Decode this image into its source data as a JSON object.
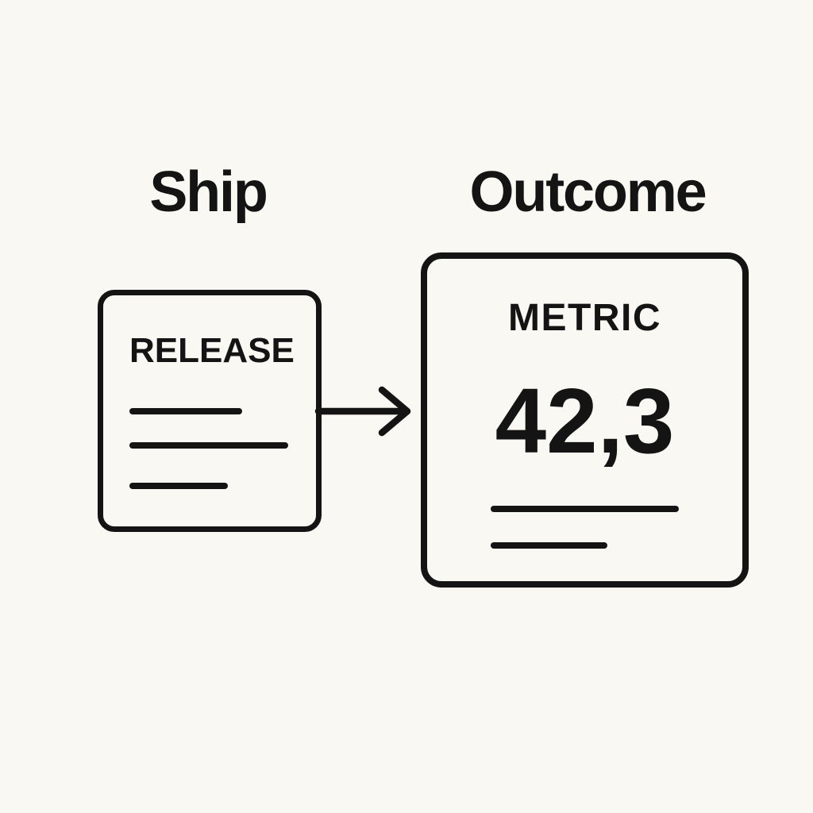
{
  "colors": {
    "background": "#FAF8F3",
    "ink": "#141414"
  },
  "headings": {
    "ship": "Ship",
    "outcome": "Outcome"
  },
  "release_card": {
    "title": "RELEASE",
    "placeholder_line_count": 3
  },
  "metric_card": {
    "title": "METRIC",
    "value": "42,3",
    "placeholder_line_count": 2
  },
  "icons": {
    "arrow": "arrow-right-icon"
  }
}
